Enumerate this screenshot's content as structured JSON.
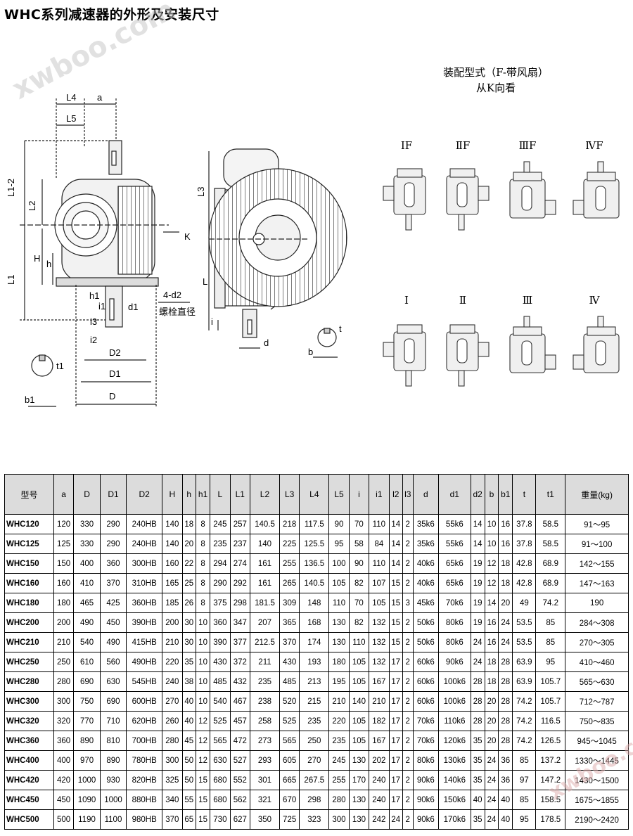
{
  "title": "WHC系列减速器的外形及安装尺寸",
  "watermark": "xwboo.com",
  "assembly": {
    "heading_line1": "装配型式（F-带风扇）",
    "heading_line2": "从K向看",
    "fan_labels": [
      "ⅠF",
      "ⅡF",
      "ⅢF",
      "ⅣF"
    ],
    "plain_labels": [
      "Ⅰ",
      "Ⅱ",
      "Ⅲ",
      "Ⅳ"
    ]
  },
  "drawing_labels": {
    "L4": "L4",
    "a": "a",
    "L5": "L5",
    "L12": "L1-2",
    "L2": "L2",
    "K": "K",
    "H": "H",
    "L1": "L1",
    "h": "h",
    "i": "i",
    "h1": "h1",
    "i1": "i1",
    "d1": "d1",
    "i3": "i3",
    "i2": "i2",
    "D2": "D2",
    "D1": "D1",
    "D": "D",
    "t1": "t1",
    "b1": "b1",
    "d2": "4-d2",
    "bolt": "螺栓直径",
    "L3": "L3",
    "L": "L",
    "d": "d",
    "t": "t",
    "b": "b"
  },
  "table": {
    "headers": [
      "型号",
      "a",
      "D",
      "D1",
      "D2",
      "H",
      "h",
      "h1",
      "L",
      "L1",
      "L2",
      "L3",
      "L4",
      "L5",
      "i",
      "i1",
      "l2",
      "l3",
      "d",
      "d1",
      "d2",
      "b",
      "b1",
      "t",
      "t1",
      "重量(kg)"
    ],
    "rows": [
      [
        "WHC120",
        "120",
        "330",
        "290",
        "240HB",
        "140",
        "18",
        "8",
        "245",
        "257",
        "140.5",
        "218",
        "117.5",
        "90",
        "70",
        "110",
        "14",
        "2",
        "35k6",
        "55k6",
        "14",
        "10",
        "16",
        "37.8",
        "58.5",
        "91～95"
      ],
      [
        "WHC125",
        "125",
        "330",
        "290",
        "240HB",
        "140",
        "20",
        "8",
        "235",
        "237",
        "140",
        "225",
        "125.5",
        "95",
        "58",
        "84",
        "14",
        "2",
        "35k6",
        "55k6",
        "14",
        "10",
        "16",
        "37.8",
        "58.5",
        "91～100"
      ],
      [
        "WHC150",
        "150",
        "400",
        "360",
        "300HB",
        "160",
        "22",
        "8",
        "294",
        "274",
        "161",
        "255",
        "136.5",
        "100",
        "90",
        "110",
        "14",
        "2",
        "40k6",
        "65k6",
        "19",
        "12",
        "18",
        "42.8",
        "68.9",
        "142～155"
      ],
      [
        "WHC160",
        "160",
        "410",
        "370",
        "310HB",
        "165",
        "25",
        "8",
        "290",
        "292",
        "161",
        "265",
        "140.5",
        "105",
        "82",
        "107",
        "15",
        "2",
        "40k6",
        "65k6",
        "19",
        "12",
        "18",
        "42.8",
        "68.9",
        "147～163"
      ],
      [
        "WHC180",
        "180",
        "465",
        "425",
        "360HB",
        "185",
        "26",
        "8",
        "375",
        "298",
        "181.5",
        "309",
        "148",
        "110",
        "70",
        "105",
        "15",
        "3",
        "45k6",
        "70k6",
        "19",
        "14",
        "20",
        "49",
        "74.2",
        "190"
      ],
      [
        "WHC200",
        "200",
        "490",
        "450",
        "390HB",
        "200",
        "30",
        "10",
        "360",
        "347",
        "207",
        "365",
        "168",
        "130",
        "82",
        "132",
        "15",
        "2",
        "50k6",
        "80k6",
        "19",
        "16",
        "24",
        "53.5",
        "85",
        "284～308"
      ],
      [
        "WHC210",
        "210",
        "540",
        "490",
        "415HB",
        "210",
        "30",
        "10",
        "390",
        "377",
        "212.5",
        "370",
        "174",
        "130",
        "110",
        "132",
        "15",
        "2",
        "50k6",
        "80k6",
        "24",
        "16",
        "24",
        "53.5",
        "85",
        "270～305"
      ],
      [
        "WHC250",
        "250",
        "610",
        "560",
        "490HB",
        "220",
        "35",
        "10",
        "430",
        "372",
        "211",
        "430",
        "193",
        "180",
        "105",
        "132",
        "17",
        "2",
        "60k6",
        "90k6",
        "24",
        "18",
        "28",
        "63.9",
        "95",
        "410～460"
      ],
      [
        "WHC280",
        "280",
        "690",
        "630",
        "545HB",
        "240",
        "38",
        "10",
        "485",
        "432",
        "235",
        "485",
        "213",
        "195",
        "105",
        "167",
        "17",
        "2",
        "60k6",
        "100k6",
        "28",
        "18",
        "28",
        "63.9",
        "105.7",
        "565～630"
      ],
      [
        "WHC300",
        "300",
        "750",
        "690",
        "600HB",
        "270",
        "40",
        "10",
        "540",
        "467",
        "238",
        "520",
        "215",
        "210",
        "140",
        "210",
        "17",
        "2",
        "60k6",
        "100k6",
        "28",
        "20",
        "28",
        "74.2",
        "105.7",
        "712～787"
      ],
      [
        "WHC320",
        "320",
        "770",
        "710",
        "620HB",
        "260",
        "40",
        "12",
        "525",
        "457",
        "258",
        "525",
        "235",
        "220",
        "105",
        "182",
        "17",
        "2",
        "70k6",
        "110k6",
        "28",
        "20",
        "28",
        "74.2",
        "116.5",
        "750～835"
      ],
      [
        "WHC360",
        "360",
        "890",
        "810",
        "700HB",
        "280",
        "45",
        "12",
        "565",
        "472",
        "273",
        "565",
        "250",
        "235",
        "105",
        "167",
        "17",
        "2",
        "70k6",
        "120k6",
        "35",
        "20",
        "28",
        "74.2",
        "126.5",
        "945～1045"
      ],
      [
        "WHC400",
        "400",
        "970",
        "890",
        "780HB",
        "300",
        "50",
        "12",
        "630",
        "527",
        "293",
        "605",
        "270",
        "245",
        "130",
        "202",
        "17",
        "2",
        "80k6",
        "130k6",
        "35",
        "24",
        "36",
        "85",
        "137.2",
        "1330～1445"
      ],
      [
        "WHC420",
        "420",
        "1000",
        "930",
        "820HB",
        "325",
        "50",
        "15",
        "680",
        "552",
        "301",
        "665",
        "267.5",
        "255",
        "170",
        "240",
        "17",
        "2",
        "90k6",
        "140k6",
        "35",
        "24",
        "36",
        "97",
        "147.2",
        "1430～1500"
      ],
      [
        "WHC450",
        "450",
        "1090",
        "1000",
        "880HB",
        "340",
        "55",
        "15",
        "680",
        "562",
        "321",
        "670",
        "298",
        "280",
        "130",
        "240",
        "17",
        "2",
        "90k6",
        "150k6",
        "40",
        "24",
        "40",
        "85",
        "158.5",
        "1675～1855"
      ],
      [
        "WHC500",
        "500",
        "1190",
        "1100",
        "980HB",
        "370",
        "65",
        "15",
        "730",
        "627",
        "350",
        "725",
        "323",
        "300",
        "130",
        "242",
        "24",
        "2",
        "90k6",
        "170k6",
        "35",
        "24",
        "40",
        "95",
        "178.5",
        "2190～2420"
      ]
    ]
  }
}
